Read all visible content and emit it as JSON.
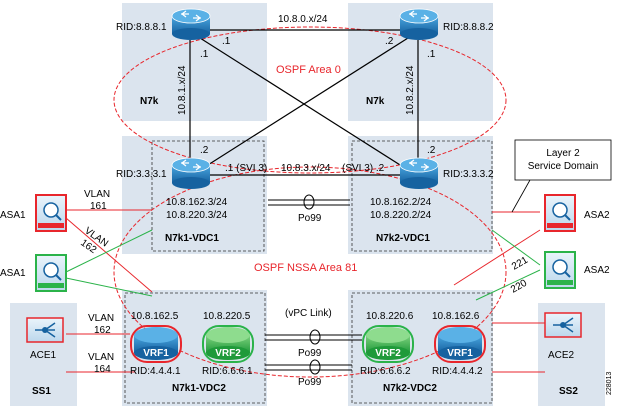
{
  "areas": {
    "area0": "OSPF Area 0",
    "nssa": "OSPF NSSA Area 81"
  },
  "colors": {
    "region_fill": "#dbe4ee",
    "router_blue": "#1f7bbf",
    "ospf_red": "#e8262c",
    "vlan_green": "#2bb34a",
    "vrf_red": "#e8262c",
    "vrf_green": "#2bb34a"
  },
  "routers": {
    "r1_rid": "RID:8.8.8.1",
    "r2_rid": "RID:8.8.8.2",
    "r3_rid": "RID:3.3.3.1",
    "r4_rid": "RID:3.3.3.2"
  },
  "regions": {
    "n7k_left": "N7k",
    "n7k_right": "N7k",
    "vdc1_left": "N7k1-VDC1",
    "vdc1_right": "N7k2-VDC1",
    "vdc2_left": "N7k1-VDC2",
    "vdc2_right": "N7k2-VDC2",
    "ss1": "SS1",
    "ss2": "SS2"
  },
  "subnets": {
    "top": "10.8.0.x/24",
    "left_vertical": "10.8.1.x/24",
    "right_vertical": "10.8.2.x/24",
    "svi_left": ".1  (SVI 3)",
    "svi_middle": "10.8.3.x/24",
    "svi_right": "(SVI 3)  .2"
  },
  "octets": {
    "r1_right": ".1",
    "r1_down": ".1",
    "r2_left": ".2",
    "r2_down": ".1",
    "r3_up": ".2",
    "r4_up": ".2"
  },
  "vdc1": {
    "left_ip1": "10.8.162.3/24",
    "left_ip2": "10.8.220.3/24",
    "right_ip1": "10.8.162.2/24",
    "right_ip2": "10.8.220.2/24",
    "port_channel": "Po99"
  },
  "vdc2": {
    "left_ip1": "10.8.162.5",
    "left_ip2": "10.8.220.5",
    "right_ip1": "10.8.220.6",
    "right_ip2": "10.8.162.6",
    "vpc_link": "(vPC Link)",
    "po_top": "Po99",
    "po_bottom": "Po99",
    "left_rid1": "RID:4.4.4.1",
    "left_rid2": "RID:6.6.6.1",
    "right_rid1": "RID:6.6.6.2",
    "right_rid2": "RID:4.4.4.2"
  },
  "vrfs": {
    "left_vrf1": "VRF1",
    "left_vrf2": "VRF2",
    "right_vrf2": "VRF2",
    "right_vrf1": "VRF1"
  },
  "appliances": {
    "asa1_top": "ASA1",
    "asa1_bottom": "ASA1",
    "asa2_top": "ASA2",
    "asa2_bottom": "ASA2",
    "ace1": "ACE1",
    "ace2": "ACE2"
  },
  "vlans": {
    "vlan161_a": "VLAN",
    "vlan161_b": "161",
    "vlan162_a": "VLAN",
    "vlan162_b": "162",
    "vlan162_ace_a": "VLAN",
    "vlan162_ace_b": "162",
    "vlan164_a": "VLAN",
    "vlan164_b": "164",
    "label_221": "221",
    "label_220": "220"
  },
  "callout": {
    "line1": "Layer 2",
    "line2": "Service Domain"
  },
  "figure_id": "228013"
}
